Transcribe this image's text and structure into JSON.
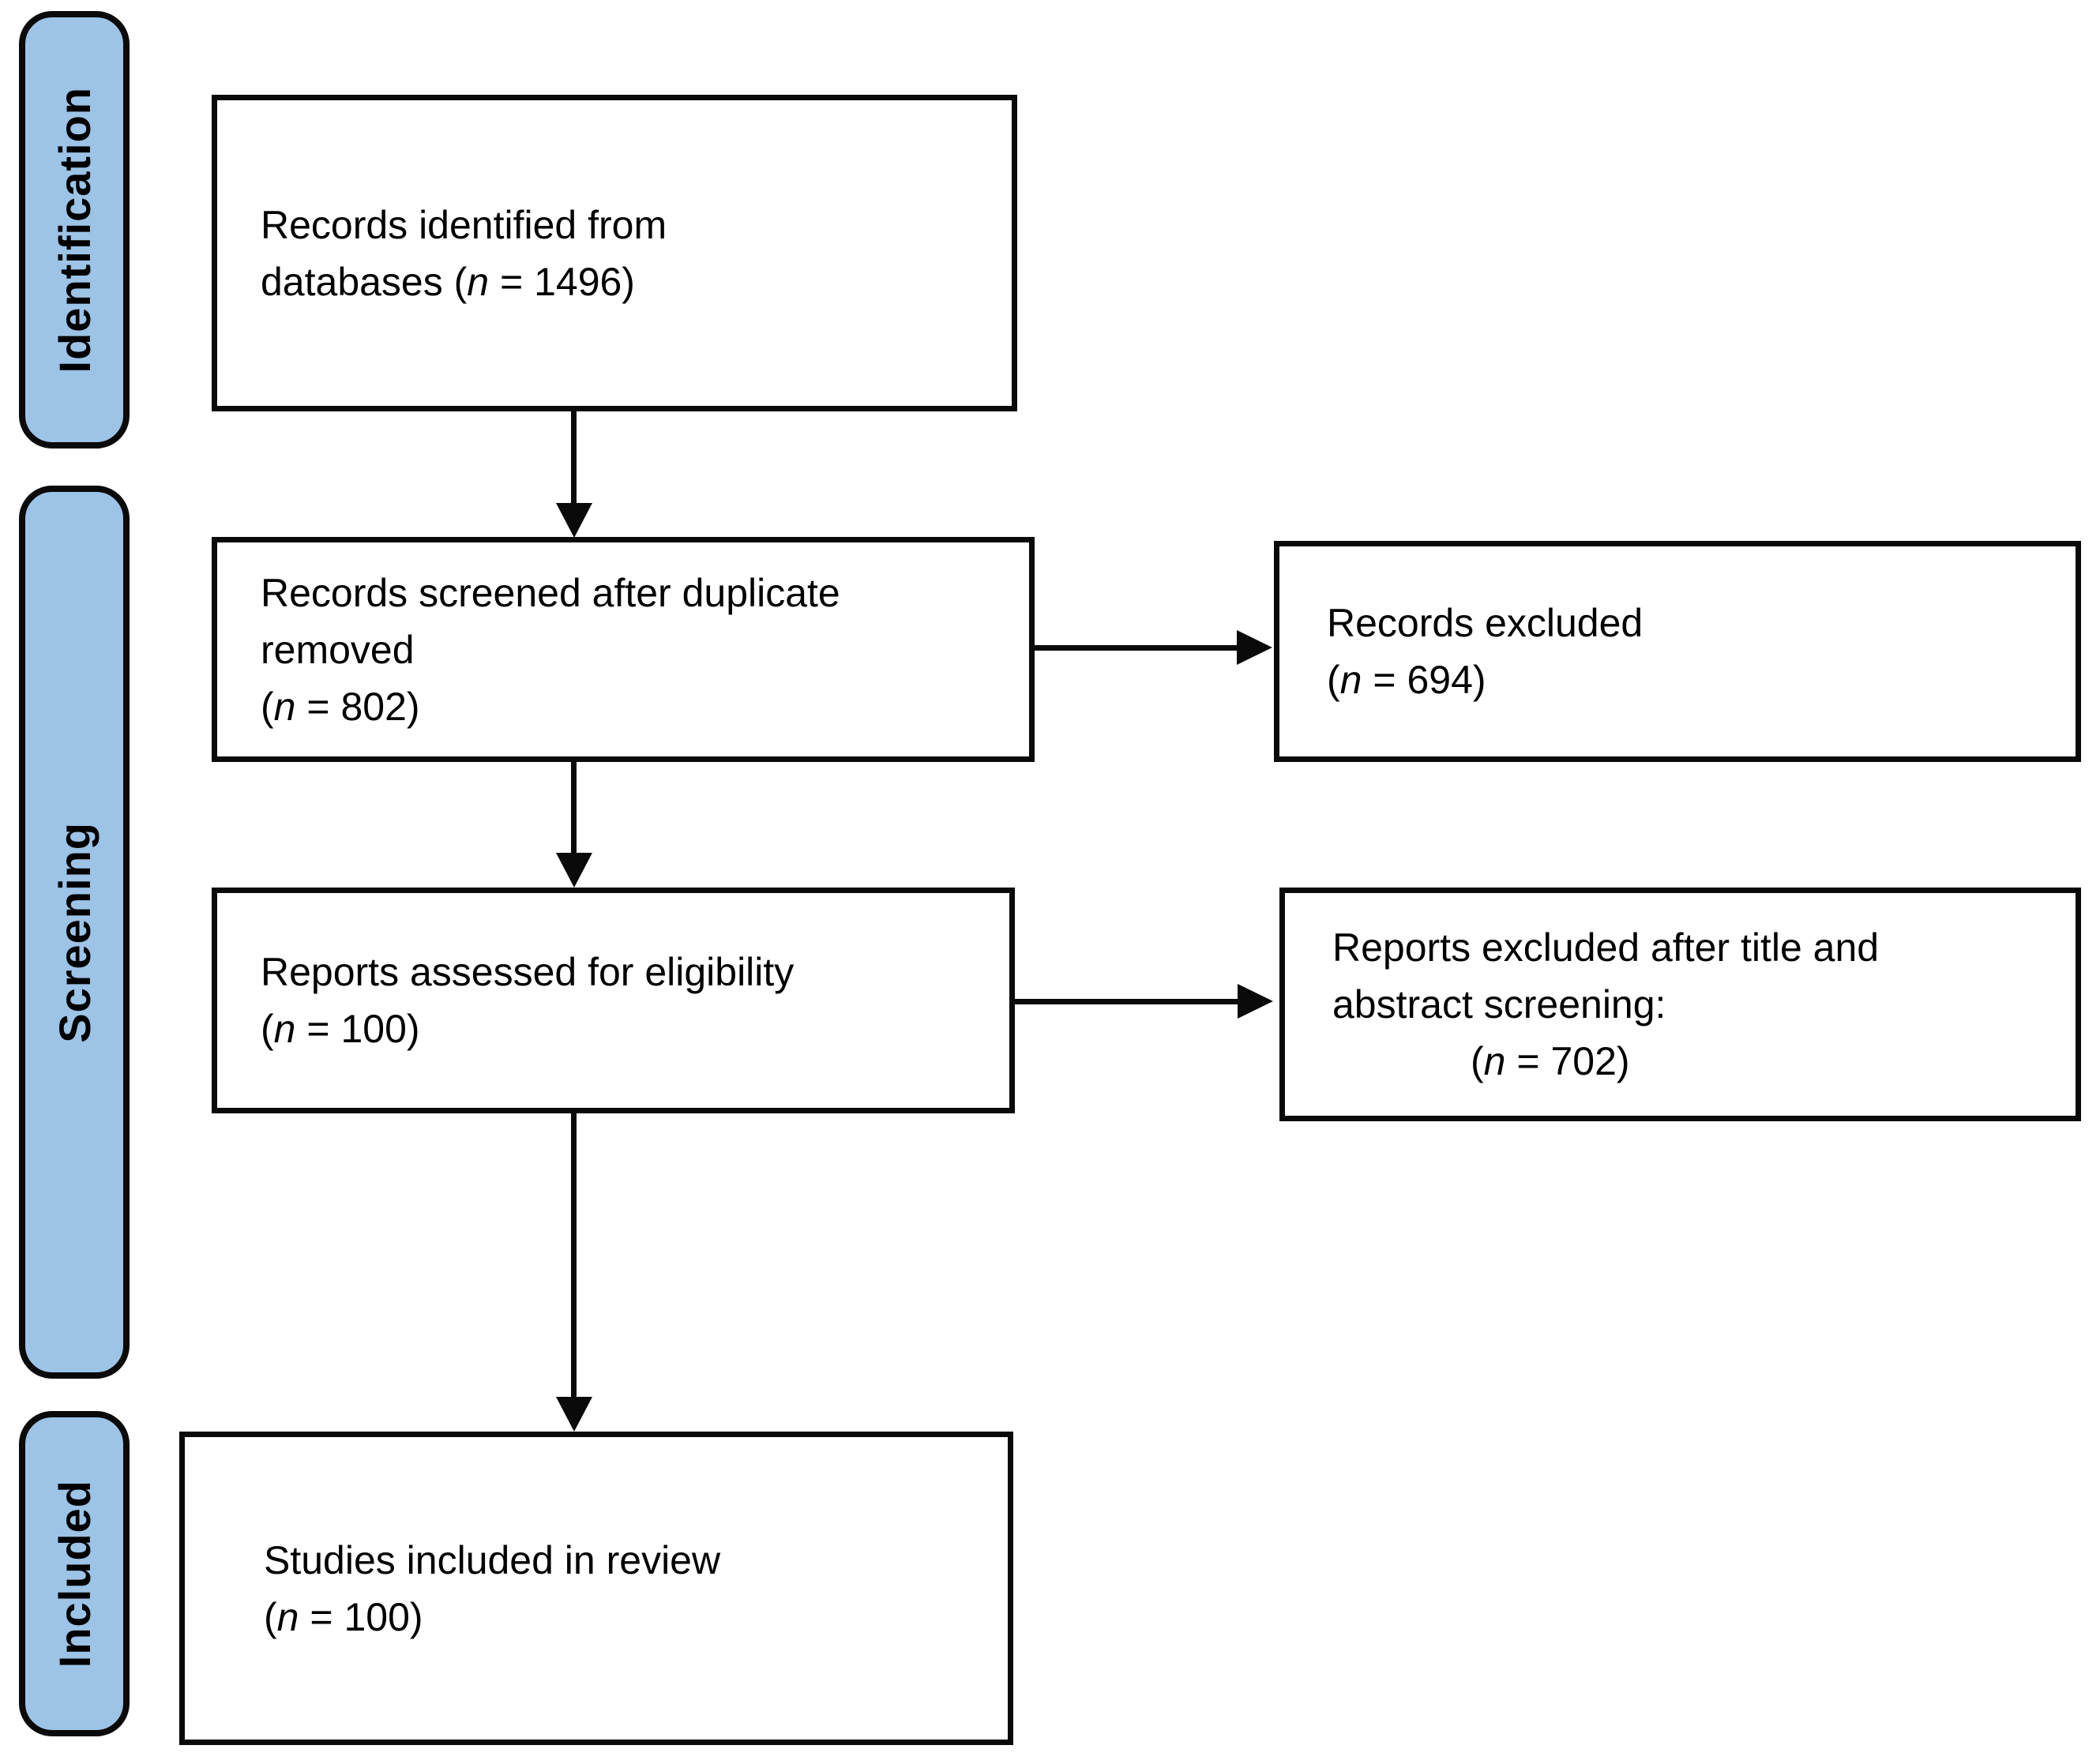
{
  "diagram": {
    "type": "PRISMA flow diagram",
    "colors": {
      "stage_fill": "#9DC3E6",
      "stage_border": "#000000",
      "box_border": "#000000",
      "arrow": "#000000",
      "background": "#FFFFFF"
    },
    "stages": [
      {
        "label": "Identification"
      },
      {
        "label": "Screening"
      },
      {
        "label": "Included"
      }
    ],
    "boxes": {
      "identified": {
        "lines": [
          "Records identified from",
          "databases (n = 1496)"
        ]
      },
      "screened": {
        "lines": [
          "Records screened after duplicate",
          "removed",
          "(n = 802)"
        ]
      },
      "assessed": {
        "lines": [
          "Reports assessed for eligibility",
          "(n = 100)"
        ]
      },
      "included": {
        "lines": [
          "Studies included in review",
          "(n = 100)"
        ]
      },
      "records_excluded": {
        "lines": [
          "Records excluded",
          "(n = 694)"
        ]
      },
      "reports_excluded": {
        "lines": [
          "Reports excluded after title and",
          "abstract screening:",
          "(n = 702)"
        ]
      }
    }
  }
}
